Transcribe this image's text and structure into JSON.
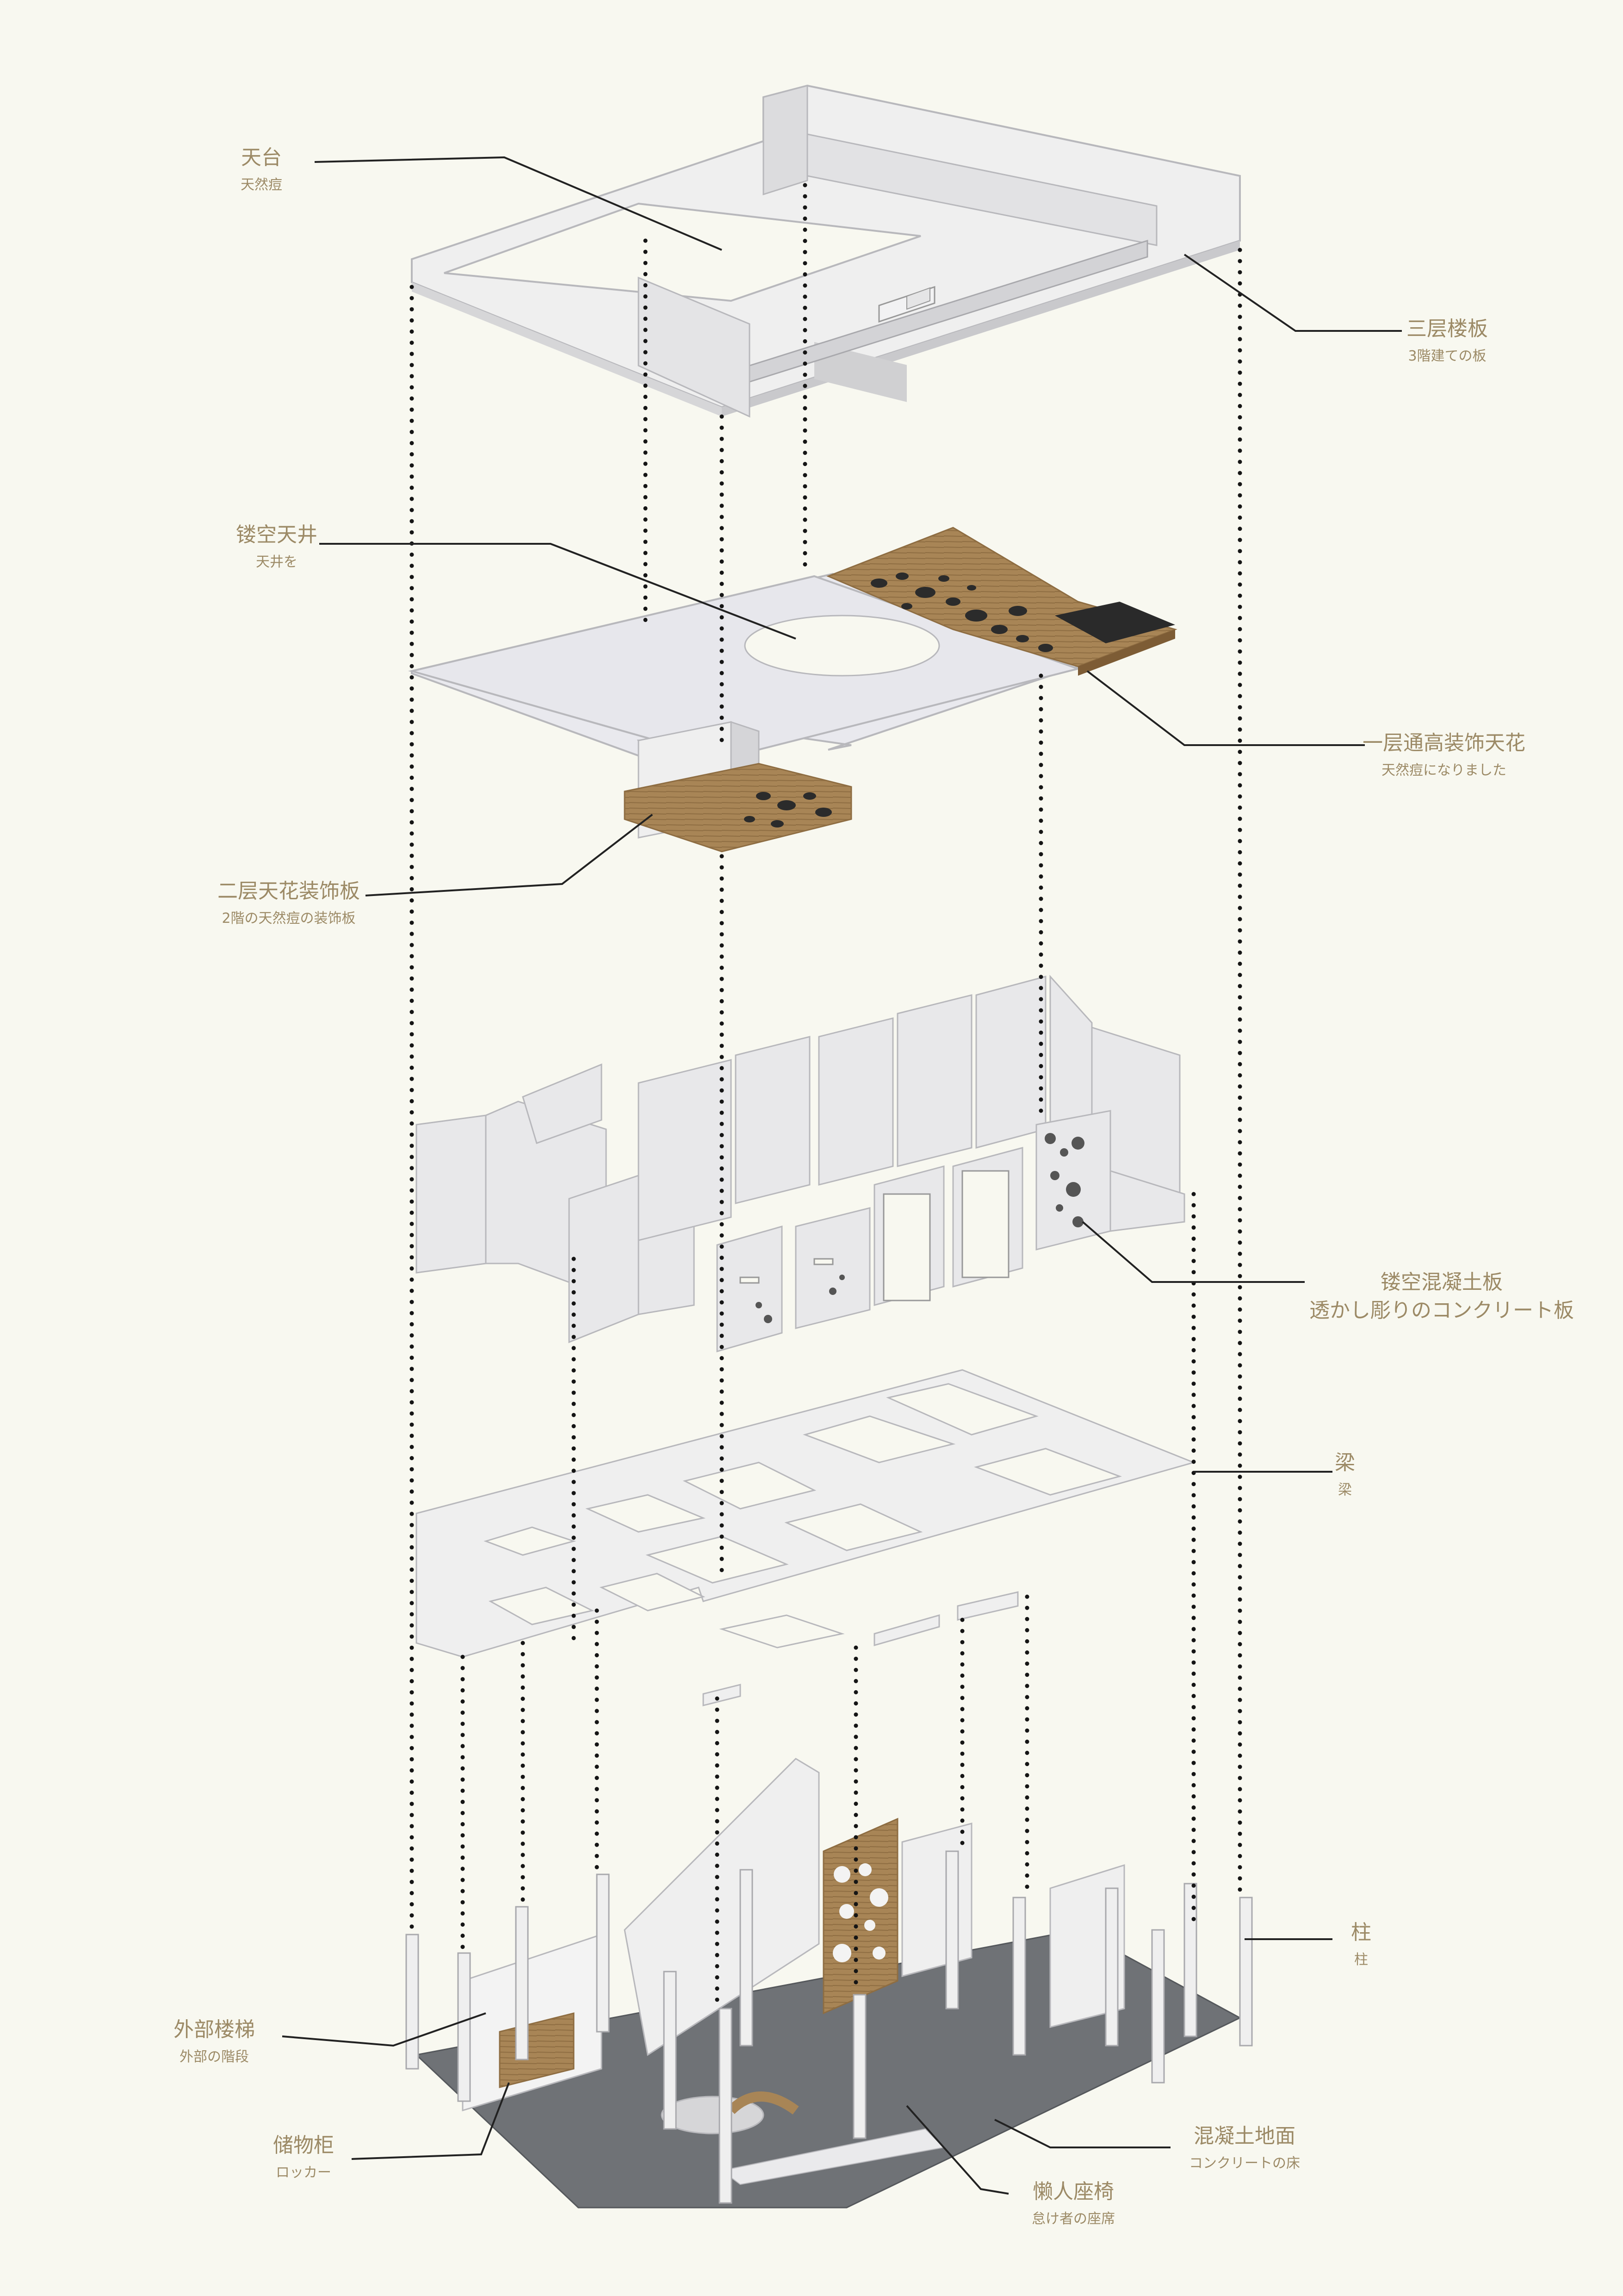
{
  "colors": {
    "background": "#f8f8f0",
    "label": "#9c8a66",
    "leader": "#222222",
    "dots": "#151515",
    "slab": "#e9e9ea",
    "slab_edge": "#b8b8bc",
    "wood": "#a88556",
    "concrete_floor": "#6f7276",
    "dark_panel": "#2a2a2a"
  },
  "labels": {
    "roof_terrace": {
      "main": "天台",
      "sub": "天然痘"
    },
    "third_floor": {
      "main": "三层楼板",
      "sub": "3階建ての板"
    },
    "hollow_skylight": {
      "main": "镂空天井",
      "sub": "天井を"
    },
    "first_floor_ceiling": {
      "main": "一层通高装饰天花",
      "sub": "天然痘になりました"
    },
    "second_floor_ceiling": {
      "main": "二层天花装饰板",
      "sub": "2階の天然痘の装饰板"
    },
    "perforated_concrete": {
      "main": "镂空混凝土板",
      "sub": "透かし彫りのコンクリート板"
    },
    "beam": {
      "main": "梁",
      "sub": "梁"
    },
    "column": {
      "main": "柱",
      "sub": "柱"
    },
    "external_stair": {
      "main": "外部楼梯",
      "sub": "外部の階段"
    },
    "locker": {
      "main": "储物柜",
      "sub": "ロッカー"
    },
    "concrete_floor": {
      "main": "混凝土地面",
      "sub": "コンクリートの床"
    },
    "lazy_chair": {
      "main": "懒人座椅",
      "sub": "怠け者の座席"
    }
  },
  "icons": [
    "roof-slab-shape",
    "skylight-slab-shape",
    "wall-panels-shape",
    "beam-grid-shape",
    "ground-floor-shape",
    "column-shape",
    "stair-shape",
    "locker-shape",
    "chair-shape"
  ]
}
